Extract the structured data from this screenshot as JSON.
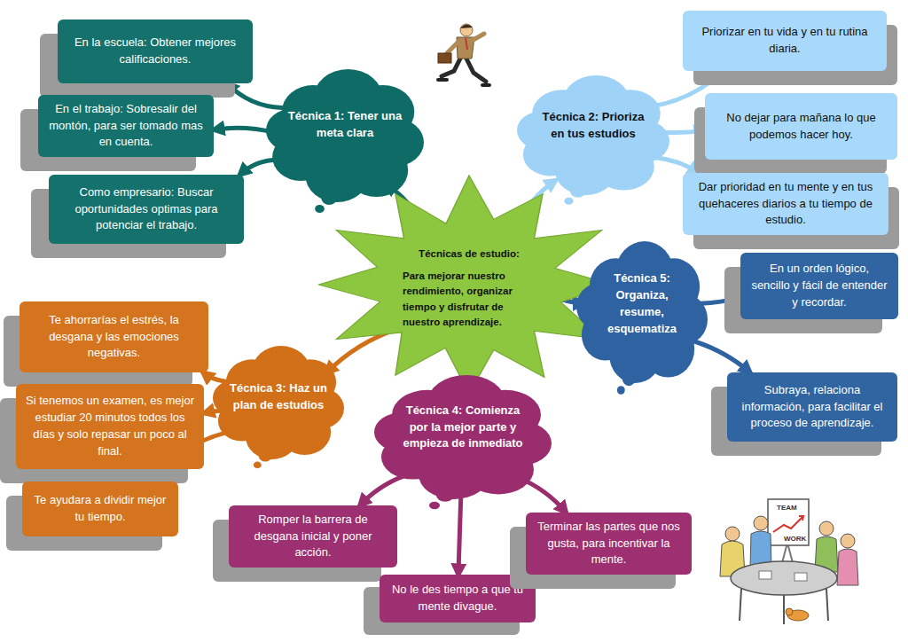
{
  "diagram": {
    "nodes": [
      {
        "text": [
          "Técnicas de estudio:",
          "Para mejorar nuestro rendimiento, organizar tiempo y disfrutar de nuestro aprendizaje."
        ]
      },
      {
        "text": [
          "Técnica 1: Tener una meta clara"
        ]
      },
      {
        "text": [
          "En la escuela: Obtener mejores calificaciones."
        ]
      },
      {
        "text": [
          "En el trabajo: Sobresalir del montón, para ser tomado mas en cuenta."
        ]
      },
      {
        "text": [
          "Como empresario: Buscar oportunidades optimas para potenciar el trabajo."
        ]
      },
      {
        "text": [
          "Técnica 2: Prioriza en tus estudios"
        ]
      },
      {
        "text": [
          "Priorizar en tu vida y en tu rutina diaria."
        ]
      },
      {
        "text": [
          "No dejar para mañana lo que podemos hacer hoy."
        ]
      },
      {
        "text": [
          "Dar prioridad en tu mente y en tus quehaceres diarios a tu tiempo de estudio."
        ]
      },
      {
        "text": [
          "Técnica 3: Haz un plan de estudios"
        ]
      },
      {
        "text": [
          "Te ahorrarías el estrés, la desgana y las emociones negativas."
        ]
      },
      {
        "text": [
          "Si tenemos un examen, es mejor estudiar 20 minutos todos los días y solo repasar un poco al final."
        ]
      },
      {
        "text": [
          "Te ayudara a dividir mejor tu tiempo."
        ]
      },
      {
        "text": [
          "Técnica 4: Comienza por la mejor parte y empieza de inmediato"
        ]
      },
      {
        "text": [
          "Romper la barrera de desgana inicial y poner acción."
        ]
      },
      {
        "text": [
          "No le des tiempo a que tu mente divague."
        ]
      },
      {
        "text": [
          "Terminar las partes que nos gusta, para incentivar la mente."
        ]
      },
      {
        "text": [
          "Técnica 5: Organiza, resume, esquematiza"
        ]
      },
      {
        "text": [
          "En un orden lógico, sencillo y fácil de entender y recordar."
        ]
      },
      {
        "text": [
          "Subraya, relaciona información, para facilitar el proceso de aprendizaje."
        ]
      }
    ],
    "edges": [
      {
        "from": 0,
        "to": 1,
        "arrow": "to"
      },
      {
        "from": 1,
        "to": 2,
        "arrow": "to"
      },
      {
        "from": 1,
        "to": 3,
        "arrow": "to"
      },
      {
        "from": 1,
        "to": 4,
        "arrow": "to"
      },
      {
        "from": 0,
        "to": 5,
        "arrow": "to"
      },
      {
        "from": 5,
        "to": 6,
        "arrow": "to"
      },
      {
        "from": 5,
        "to": 7,
        "arrow": "to"
      },
      {
        "from": 5,
        "to": 8,
        "arrow": "to"
      },
      {
        "from": 0,
        "to": 9,
        "arrow": "to"
      },
      {
        "from": 9,
        "to": 10,
        "arrow": "to"
      },
      {
        "from": 9,
        "to": 11,
        "arrow": "to"
      },
      {
        "from": 9,
        "to": 12,
        "arrow": "to"
      },
      {
        "from": 0,
        "to": 13,
        "arrow": "to"
      },
      {
        "from": 13,
        "to": 14,
        "arrow": "to"
      },
      {
        "from": 13,
        "to": 15,
        "arrow": "to"
      },
      {
        "from": 13,
        "to": 16,
        "arrow": "to"
      },
      {
        "from": 0,
        "to": 17,
        "arrow": "to"
      },
      {
        "from": 17,
        "to": 18,
        "arrow": "to"
      },
      {
        "from": 17,
        "to": 19,
        "arrow": "to"
      }
    ],
    "labels": [
      "TEAM",
      "WORK"
    ]
  }
}
